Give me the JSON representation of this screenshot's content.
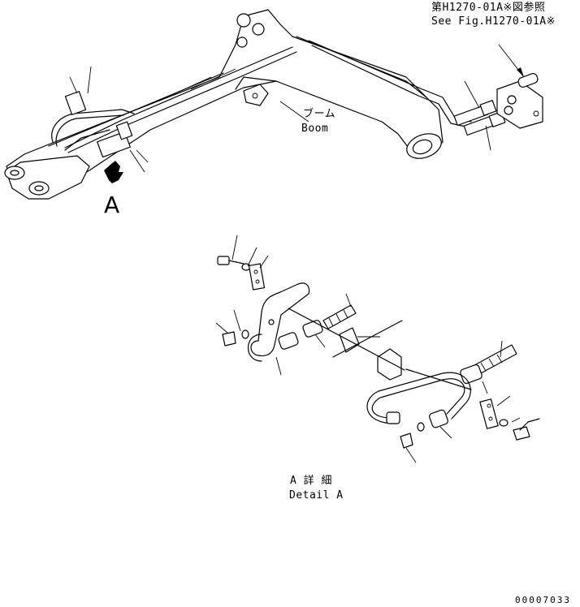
{
  "ref_jp": "第H1270-01A※図参照",
  "ref_en": "See Fig.H1270-01A※",
  "boom_jp": "ブーム",
  "boom_en": "Boom",
  "view_letter": "A",
  "detail_jp": "A 詳 細",
  "detail_en": "Detail A",
  "drawing_no": "00007033"
}
